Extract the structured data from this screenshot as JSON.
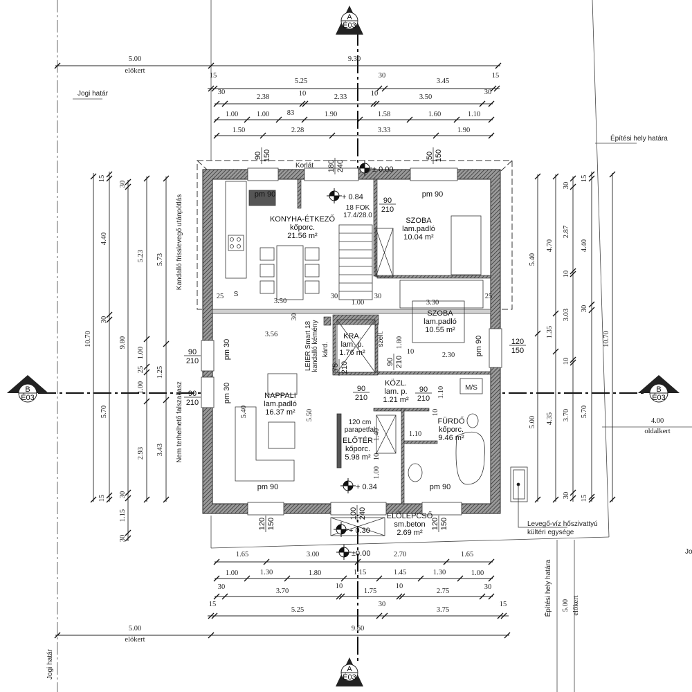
{
  "site": {
    "legal_boundary": "Jogi határ",
    "legal_boundary_bottom": "Jogi határ",
    "building_zone_boundary": "Építési hely határa",
    "building_zone_boundary_bottom": "Építési hely határa",
    "front_yard_top": "előkert",
    "front_yard_bottom": "előkert",
    "front_yard_side_dim": "5.00",
    "front_yard_side": "előkert",
    "side_yard_dim": "4.00",
    "side_yard": "oldalkert",
    "cut_off_label": "Jo"
  },
  "section_markers": {
    "a_letter": "A",
    "b_letter": "B",
    "sheet": "É03"
  },
  "rooms": [
    {
      "name": "KONYHA-ÉTKEZŐ",
      "floor": "kőporc.",
      "area": "21.56 m²"
    },
    {
      "name": "SZOBA",
      "floor": "lam.padló",
      "area": "10.04 m²"
    },
    {
      "name": "SZOBA",
      "floor": "lam.padló",
      "area": "10.55 m²"
    },
    {
      "name": "NAPPALI",
      "floor": "lam.padló",
      "area": "16.37 m²"
    },
    {
      "name": "ELŐTÉR",
      "floor": "kőporc.",
      "area": "5.98 m²"
    },
    {
      "name": "KRA.",
      "floor": "lam. p.",
      "area": "1.76 m²"
    },
    {
      "name": "KÖZL.",
      "floor": "lam. p.",
      "area": "1.21 m²"
    },
    {
      "name": "FÜRDŐ",
      "floor": "kőporc.",
      "area": "9.46 m²"
    },
    {
      "name": "ELŐLÉPCSŐ",
      "floor": "sm.beton",
      "area": "2.69 m²"
    }
  ],
  "levels": [
    "+ 0.84",
    "± 0.00",
    "+ 0.34",
    "+ 0.30",
    "±0.00"
  ],
  "stair": {
    "steps": "18 FOK",
    "ratio": "17.4/28.0"
  },
  "annotations": {
    "railing": "Korlát",
    "fireplace_air": "Kandalló frisslevegő utánpótlás",
    "non_load_wall": "Nem terhelhető falszakasz",
    "chimney_line1": "LEIER Smart 18",
    "chimney_line2": "kandalló kémény",
    "parapet_line1": "120 cm",
    "parapet_line2": "parapetfal",
    "heat_pump_line1": "Levegő-víz hőszivattyú",
    "heat_pump_line2": "kültéri egysége",
    "vent": "szell.",
    "wardrobe": "kárd.",
    "washer_dryer": "M/S",
    "sink": "S"
  },
  "windows": [
    "pm 90",
    "pm 90",
    "pm 30",
    "pm 30",
    "pm 90",
    "pm 90",
    "pm 90"
  ],
  "openings": [
    {
      "a": "180",
      "b": "240"
    },
    {
      "a": "90",
      "b": "150"
    },
    {
      "a": "50",
      "b": "150"
    },
    {
      "a": "90",
      "b": "210"
    },
    {
      "a": "90",
      "b": "210"
    },
    {
      "a": "90",
      "b": "210"
    },
    {
      "a": "120",
      "b": "150"
    },
    {
      "a": "75",
      "b": "210"
    },
    {
      "a": "90",
      "b": "210"
    },
    {
      "a": "90",
      "b": "210"
    },
    {
      "a": "90",
      "b": "210"
    },
    {
      "a": "100",
      "b": "240"
    },
    {
      "a": "120",
      "b": "150"
    },
    {
      "a": "120",
      "b": "150"
    }
  ],
  "inner_dims": [
    "3.50",
    "30",
    "1.00",
    "30",
    "3.30",
    "25",
    "25",
    "3.56",
    "30",
    "10",
    "2.30",
    "1.80",
    "5.40",
    "5.50",
    "1.10",
    "10",
    "1.40",
    "1.10",
    "10",
    "1.00"
  ],
  "dimensions": {
    "top": [
      [
        "5.00",
        "9.30"
      ],
      [
        "15",
        "5.25",
        "30",
        "3.45",
        "15"
      ],
      [
        "30",
        "2.38",
        "10",
        "2.33",
        "10",
        "3.50",
        "30"
      ],
      [
        "1.00",
        "1.00",
        "83",
        "1.90",
        "1.58",
        "1.60",
        "1.10"
      ],
      [
        "1.50",
        "2.28",
        "3.33",
        "1.90"
      ]
    ],
    "bottom": [
      [
        "1.65",
        "3.00",
        "2.70",
        "1.65"
      ],
      [
        "1.00",
        "1.30",
        "1.80",
        "1.15",
        "1.45",
        "1.30",
        "1.00"
      ],
      [
        "30",
        "3.70",
        "10",
        "1.75",
        "10",
        "2.75",
        "30"
      ],
      [
        "15",
        "5.25",
        "30",
        "3.75",
        "15"
      ],
      [
        "5.00",
        "9.60"
      ]
    ],
    "left": [
      [
        "10.70"
      ],
      [
        "15",
        "4.40",
        "30",
        "5.70",
        "15"
      ],
      [
        "30",
        "9.80",
        "30",
        "1.15",
        "30"
      ],
      [
        "5.23",
        "1.00",
        "25",
        "1.00",
        "2.93"
      ],
      [
        "5.73",
        "1.25",
        "3.43"
      ]
    ],
    "right": [
      [
        "5.40",
        "5.00"
      ],
      [
        "4.70",
        "1.35",
        "4.35"
      ],
      [
        "30",
        "2.87",
        "10",
        "3.03",
        "10",
        "3.70",
        "30"
      ],
      [
        "15",
        "4.40",
        "30",
        "5.70",
        "15"
      ],
      [
        "10.70"
      ]
    ]
  }
}
